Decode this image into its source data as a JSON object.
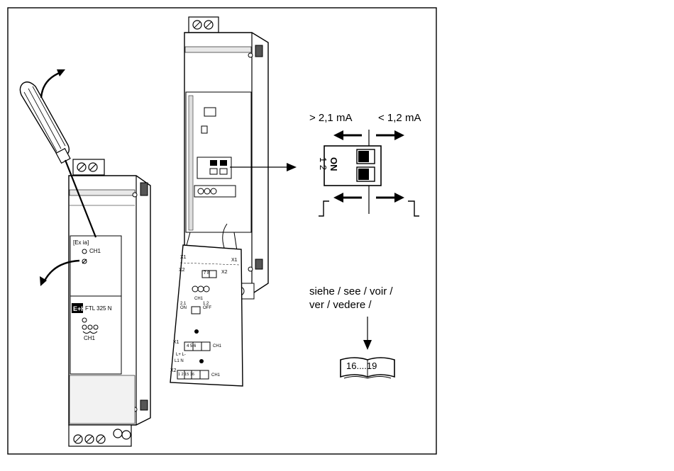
{
  "diagram": {
    "right_panel": {
      "left_current": "> 2,1 mA",
      "right_current": "< 1,2 mA",
      "switch_numbers": "1 2",
      "switch_on": "ON",
      "see_text_line1": "siehe / see / voir /",
      "see_text_line2": "ver / vedere /",
      "page_ref": "16....19"
    },
    "front_unit": {
      "exia": "[Ex ia]",
      "ch1_top": "CH1",
      "model": "FTL 325 N",
      "ch1_bottom": "CH1"
    },
    "cover": {
      "x1": "X1",
      "x2": "X2",
      "terminals_top": "7 8",
      "ch1": "CH1",
      "opt_on": "2.1 ON",
      "opt_off": "1.2 OFF",
      "terminals_mid": "4 5 6",
      "terminals_bottom": "1 2 15 16",
      "l_plus": "L+ L-",
      "l1n": "L1 N"
    }
  }
}
